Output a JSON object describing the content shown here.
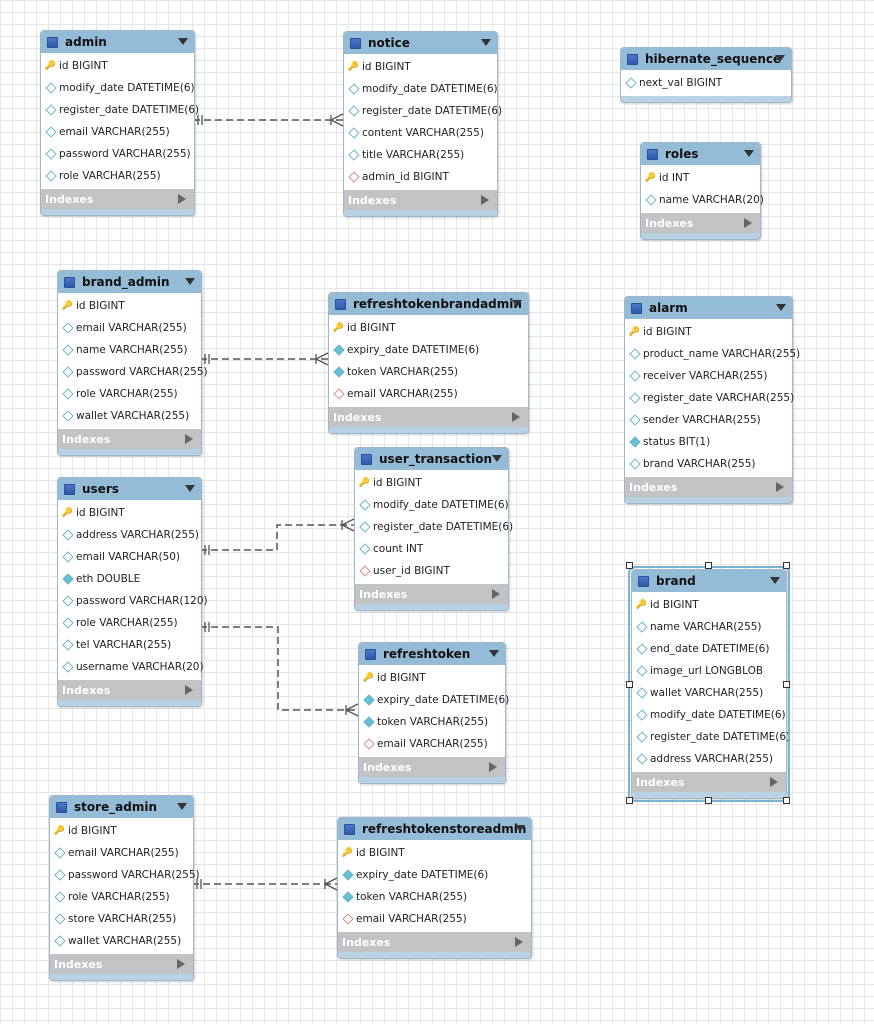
{
  "diagram": {
    "tables": [
      {
        "id": "admin",
        "name": "admin",
        "indexes_label": "Indexes",
        "columns": [
          {
            "text": "id BIGINT",
            "kind": "pk"
          },
          {
            "text": "modify_date DATETIME(6)",
            "kind": "col"
          },
          {
            "text": "register_date DATETIME(6)",
            "kind": "col"
          },
          {
            "text": "email VARCHAR(255)",
            "kind": "col"
          },
          {
            "text": "password VARCHAR(255)",
            "kind": "col"
          },
          {
            "text": "role VARCHAR(255)",
            "kind": "col"
          }
        ]
      },
      {
        "id": "notice",
        "name": "notice",
        "indexes_label": "Indexes",
        "columns": [
          {
            "text": "id BIGINT",
            "kind": "pk"
          },
          {
            "text": "modify_date DATETIME(6)",
            "kind": "col"
          },
          {
            "text": "register_date DATETIME(6)",
            "kind": "col"
          },
          {
            "text": "content VARCHAR(255)",
            "kind": "col"
          },
          {
            "text": "title VARCHAR(255)",
            "kind": "col"
          },
          {
            "text": "admin_id BIGINT",
            "kind": "fk"
          }
        ]
      },
      {
        "id": "hibernate_sequence",
        "name": "hibernate_sequence",
        "indexes_label": "",
        "columns": [
          {
            "text": "next_val BIGINT",
            "kind": "col"
          }
        ]
      },
      {
        "id": "roles",
        "name": "roles",
        "indexes_label": "Indexes",
        "columns": [
          {
            "text": "id INT",
            "kind": "pk"
          },
          {
            "text": "name VARCHAR(20)",
            "kind": "col"
          }
        ]
      },
      {
        "id": "brand_admin",
        "name": "brand_admin",
        "indexes_label": "Indexes",
        "columns": [
          {
            "text": "id BIGINT",
            "kind": "pk"
          },
          {
            "text": "email VARCHAR(255)",
            "kind": "col"
          },
          {
            "text": "name VARCHAR(255)",
            "kind": "col"
          },
          {
            "text": "password VARCHAR(255)",
            "kind": "col"
          },
          {
            "text": "role VARCHAR(255)",
            "kind": "col"
          },
          {
            "text": "wallet VARCHAR(255)",
            "kind": "col"
          }
        ]
      },
      {
        "id": "refreshtokenbrandadmin",
        "name": "refreshtokenbrandadmin",
        "indexes_label": "Indexes",
        "columns": [
          {
            "text": "id BIGINT",
            "kind": "pk"
          },
          {
            "text": "expiry_date DATETIME(6)",
            "kind": "req"
          },
          {
            "text": "token VARCHAR(255)",
            "kind": "req"
          },
          {
            "text": "email VARCHAR(255)",
            "kind": "fk"
          }
        ]
      },
      {
        "id": "alarm",
        "name": "alarm",
        "indexes_label": "Indexes",
        "columns": [
          {
            "text": "id BIGINT",
            "kind": "pk"
          },
          {
            "text": "product_name VARCHAR(255)",
            "kind": "col"
          },
          {
            "text": "receiver VARCHAR(255)",
            "kind": "col"
          },
          {
            "text": "register_date VARCHAR(255)",
            "kind": "col"
          },
          {
            "text": "sender VARCHAR(255)",
            "kind": "col"
          },
          {
            "text": "status BIT(1)",
            "kind": "req"
          },
          {
            "text": "brand VARCHAR(255)",
            "kind": "col"
          }
        ]
      },
      {
        "id": "users",
        "name": "users",
        "indexes_label": "Indexes",
        "columns": [
          {
            "text": "id BIGINT",
            "kind": "pk"
          },
          {
            "text": "address VARCHAR(255)",
            "kind": "col"
          },
          {
            "text": "email VARCHAR(50)",
            "kind": "col"
          },
          {
            "text": "eth DOUBLE",
            "kind": "req"
          },
          {
            "text": "password VARCHAR(120)",
            "kind": "col"
          },
          {
            "text": "role VARCHAR(255)",
            "kind": "col"
          },
          {
            "text": "tel VARCHAR(255)",
            "kind": "col"
          },
          {
            "text": "username VARCHAR(20)",
            "kind": "col"
          }
        ]
      },
      {
        "id": "user_transaction",
        "name": "user_transaction",
        "indexes_label": "Indexes",
        "columns": [
          {
            "text": "id BIGINT",
            "kind": "pk"
          },
          {
            "text": "modify_date DATETIME(6)",
            "kind": "col"
          },
          {
            "text": "register_date DATETIME(6)",
            "kind": "col"
          },
          {
            "text": "count INT",
            "kind": "col"
          },
          {
            "text": "user_id BIGINT",
            "kind": "fk"
          }
        ]
      },
      {
        "id": "refreshtoken",
        "name": "refreshtoken",
        "indexes_label": "Indexes",
        "columns": [
          {
            "text": "id BIGINT",
            "kind": "pk"
          },
          {
            "text": "expiry_date DATETIME(6)",
            "kind": "req"
          },
          {
            "text": "token VARCHAR(255)",
            "kind": "req"
          },
          {
            "text": "email VARCHAR(255)",
            "kind": "fk"
          }
        ]
      },
      {
        "id": "brand",
        "name": "brand",
        "indexes_label": "Indexes",
        "selected": true,
        "columns": [
          {
            "text": "id BIGINT",
            "kind": "pk"
          },
          {
            "text": "name VARCHAR(255)",
            "kind": "col"
          },
          {
            "text": "end_date DATETIME(6)",
            "kind": "col"
          },
          {
            "text": "image_url LONGBLOB",
            "kind": "col"
          },
          {
            "text": "wallet VARCHAR(255)",
            "kind": "col"
          },
          {
            "text": "modify_date DATETIME(6)",
            "kind": "col"
          },
          {
            "text": "register_date DATETIME(6)",
            "kind": "col"
          },
          {
            "text": "address VARCHAR(255)",
            "kind": "col"
          }
        ]
      },
      {
        "id": "store_admin",
        "name": "store_admin",
        "indexes_label": "Indexes",
        "columns": [
          {
            "text": "id BIGINT",
            "kind": "pk"
          },
          {
            "text": "email VARCHAR(255)",
            "kind": "col"
          },
          {
            "text": "password VARCHAR(255)",
            "kind": "col"
          },
          {
            "text": "role VARCHAR(255)",
            "kind": "col"
          },
          {
            "text": "store VARCHAR(255)",
            "kind": "col"
          },
          {
            "text": "wallet VARCHAR(255)",
            "kind": "col"
          }
        ]
      },
      {
        "id": "refreshtokenstoreadmin",
        "name": "refreshtokenstoreadmin",
        "indexes_label": "Indexes",
        "columns": [
          {
            "text": "id BIGINT",
            "kind": "pk"
          },
          {
            "text": "expiry_date DATETIME(6)",
            "kind": "req"
          },
          {
            "text": "token VARCHAR(255)",
            "kind": "req"
          },
          {
            "text": "email VARCHAR(255)",
            "kind": "fk"
          }
        ]
      }
    ],
    "relationships": [
      {
        "from": "admin",
        "to": "notice",
        "type": "one-to-many"
      },
      {
        "from": "brand_admin",
        "to": "refreshtokenbrandadmin",
        "type": "one-to-many"
      },
      {
        "from": "users",
        "to": "user_transaction",
        "type": "one-to-many"
      },
      {
        "from": "users",
        "to": "refreshtoken",
        "type": "one-to-many"
      },
      {
        "from": "store_admin",
        "to": "refreshtokenstoreadmin",
        "type": "one-to-many"
      }
    ],
    "icons": {
      "table": "table-icon",
      "primary_key": "key-icon",
      "column": "diamond-icon",
      "collapse": "collapse-arrow-icon",
      "expand": "expand-arrow-icon"
    },
    "colors": {
      "header": "#95bcd6",
      "footer": "#c3c3c3",
      "key": "#d9a400",
      "column": "#67b4c6",
      "foreign_key": "#d68c8c",
      "line": "#555555"
    }
  }
}
